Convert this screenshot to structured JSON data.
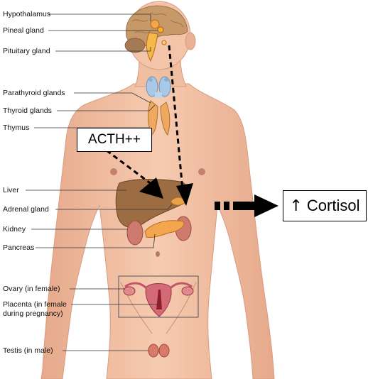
{
  "labels": {
    "hypothalamus": "Hypothalamus",
    "pineal": "Pineal gland",
    "pituitary": "Pituitary gland",
    "parathyroid": "Parathyroid glands",
    "thyroid": "Thyroid glands",
    "thymus": "Thymus",
    "liver": "Liver",
    "adrenal": "Adrenal gland",
    "kidney": "Kidney",
    "pancreas": "Pancreas",
    "ovary": "Ovary (in female)",
    "placenta_line1": "Placenta (in female",
    "placenta_line2": "during pregnancy)",
    "testis": "Testis (in male)"
  },
  "callouts": {
    "acth": "ACTH++",
    "cortisol_arrow": "↑",
    "cortisol": "Cortisol"
  },
  "colors": {
    "skin": "#f2c1a4",
    "skin_shadow": "#e2a587",
    "hair": "#b78a5c",
    "liver": "#9a6b3f",
    "kidney": "#c9766d",
    "pancreas": "#f0a04a",
    "thymus": "#eaaa62",
    "thyroid": "#9cbfe0",
    "uterus": "#c9566a",
    "arrow": "#000000",
    "leader_line": "#333333"
  }
}
